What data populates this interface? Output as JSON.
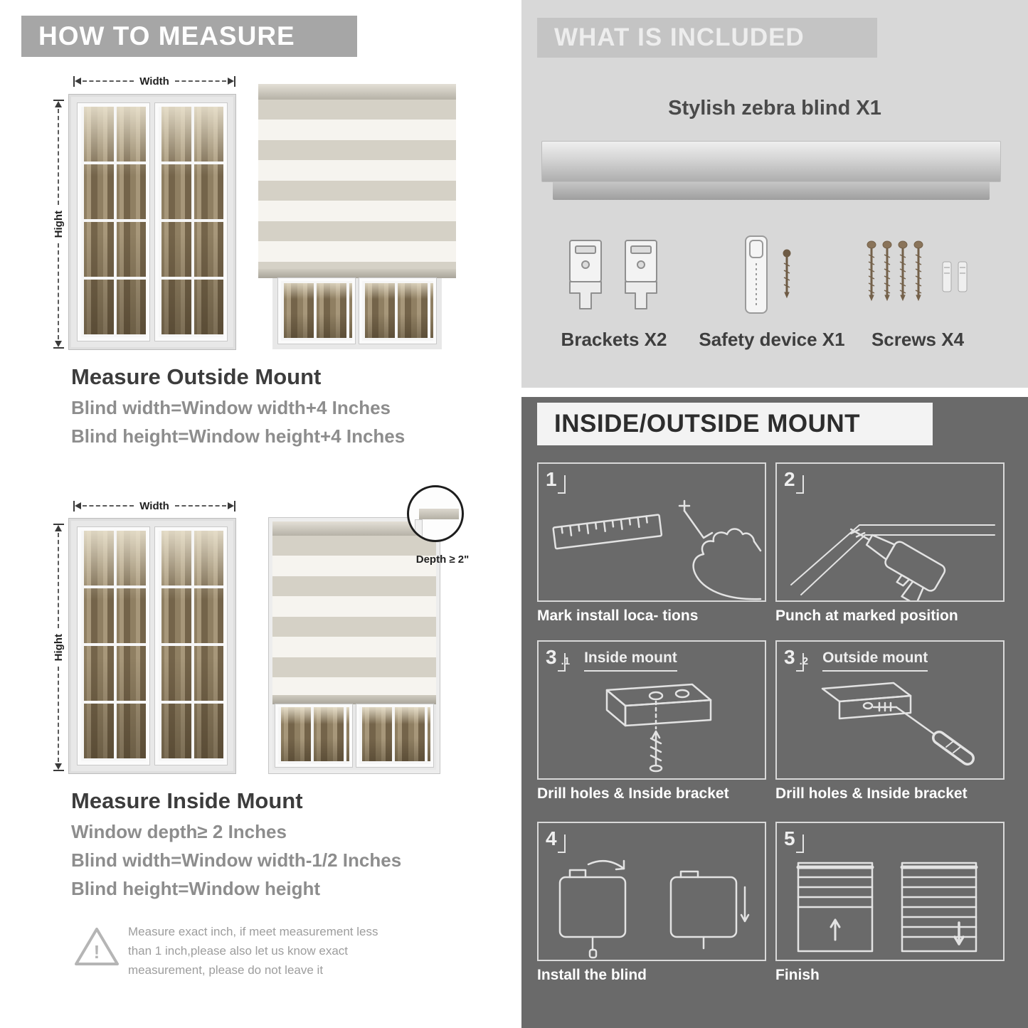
{
  "colors": {
    "banner_gray": "#a6a6a6",
    "included_panel": "#d8d8d8",
    "included_banner": "#c4c4c4",
    "mount_panel": "#6a6a6a",
    "mount_banner": "#f3f3f3",
    "heading_text": "#3c3c3c",
    "formula_text": "#8d8d8d",
    "line_art": "#e3e3e3"
  },
  "left": {
    "header": "HOW TO MEASURE",
    "outside": {
      "width_label": "Width",
      "height_label": "Hight",
      "title": "Measure Outside Mount",
      "line1": "Blind width=Window width+4 Inches",
      "line2": "Blind height=Window height+4 Inches"
    },
    "inside": {
      "width_label": "Width",
      "height_label": "Hight",
      "depth_label": "Depth ≥ 2\"",
      "title": "Measure Inside Mount",
      "line1": "Window depth≥ 2 Inches",
      "line2": "Blind width=Window width-1/2 Inches",
      "line3": "Blind height=Window height"
    },
    "note": {
      "mark": "!",
      "line1": "Measure exact inch, if meet measurement less",
      "line2": "than 1 inch,please also let us know exact",
      "line3": "measurement, please do not leave it"
    }
  },
  "included": {
    "header": "WHAT IS INCLUDED",
    "blind_label": "Stylish zebra blind X1",
    "brackets_label": "Brackets X2",
    "safety_label": "Safety device X1",
    "screws_label": "Screws X4"
  },
  "mount": {
    "header": "INSIDE/OUTSIDE MOUNT",
    "steps": [
      {
        "num": "1",
        "sub": "",
        "label": "",
        "caption": "Mark install loca- tions"
      },
      {
        "num": "2",
        "sub": "",
        "label": "",
        "caption": "Punch at  marked position"
      },
      {
        "num": "3",
        "sub": ".1",
        "label": "Inside mount",
        "caption": "Drill holes &  Inside bracket"
      },
      {
        "num": "3",
        "sub": ".2",
        "label": "Outside mount",
        "caption": "Drill holes &  Inside bracket"
      },
      {
        "num": "4",
        "sub": "",
        "label": "",
        "caption": "Install the blind"
      },
      {
        "num": "5",
        "sub": "",
        "label": "",
        "caption": "Finish"
      }
    ]
  }
}
